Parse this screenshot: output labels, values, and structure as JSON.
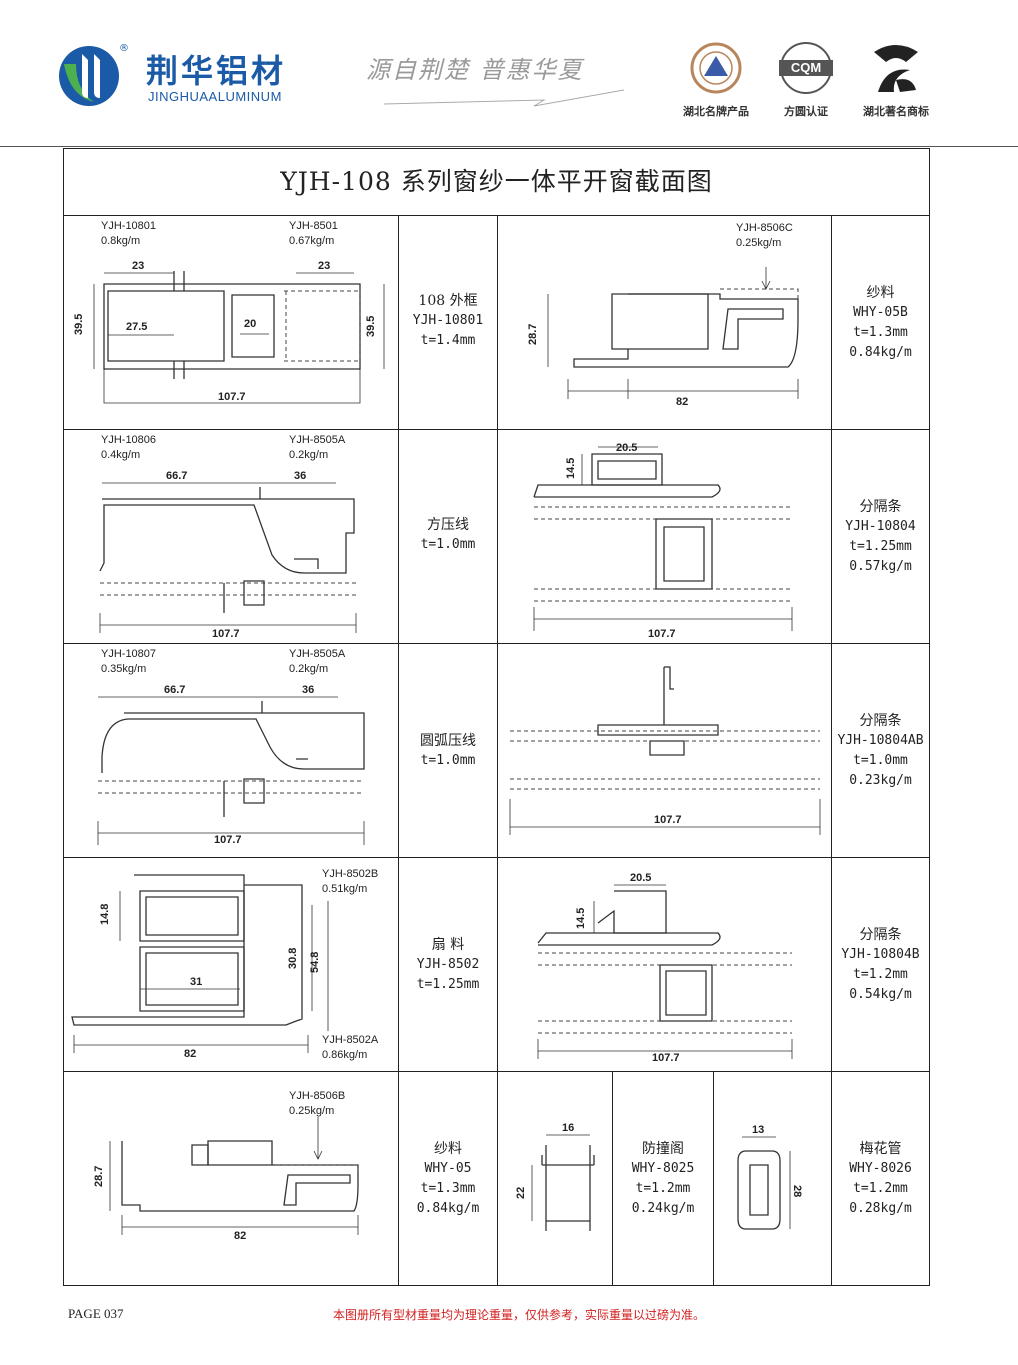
{
  "header": {
    "brand_cn": "荆华铝材",
    "brand_en": "JINGHUAALUMINUM",
    "registered": "®",
    "slogan": "源自荆楚  普惠华夏",
    "badges": [
      {
        "icon": "hubei-famous-brand-seal-icon",
        "caption": "湖北名牌产品"
      },
      {
        "icon": "cqm-certification-icon",
        "caption": "方圆认证",
        "mark": "CQM"
      },
      {
        "icon": "hubei-famous-trademark-icon",
        "caption": "湖北著名商标"
      }
    ]
  },
  "title": "YJH-108 系列窗纱一体平开窗截面图",
  "rows": [
    {
      "left_tags": [
        "YJH-10801",
        "0.8kg/m",
        "YJH-8501",
        "0.67kg/m"
      ],
      "left_dims": [
        "23",
        "23",
        "39.5",
        "39.5",
        "27.5",
        "20",
        "107.7"
      ],
      "mid": {
        "name": "108 外框",
        "code": "YJH-10801",
        "spec": "t=1.4mm"
      },
      "right_tags": [
        "YJH-8506C",
        "0.25kg/m"
      ],
      "right_dims": [
        "28.7",
        "82"
      ],
      "desc": {
        "name": "纱料",
        "code": "WHY-05B",
        "spec": "t=1.3mm",
        "weight": "0.84kg/m"
      }
    },
    {
      "left_tags": [
        "YJH-10806",
        "0.4kg/m",
        "YJH-8505A",
        "0.2kg/m"
      ],
      "left_dims": [
        "66.7",
        "36",
        "107.7"
      ],
      "mid": {
        "name": "方压线",
        "code": "",
        "spec": "t=1.0mm"
      },
      "right_dims": [
        "14.5",
        "20.5",
        "107.7"
      ],
      "desc": {
        "name": "分隔条",
        "code": "YJH-10804",
        "spec": "t=1.25mm",
        "weight": "0.57kg/m"
      }
    },
    {
      "left_tags": [
        "YJH-10807",
        "0.35kg/m",
        "YJH-8505A",
        "0.2kg/m"
      ],
      "left_dims": [
        "66.7",
        "36",
        "107.7"
      ],
      "mid": {
        "name": "圆弧压线",
        "code": "",
        "spec": "t=1.0mm"
      },
      "right_dims": [
        "107.7"
      ],
      "desc": {
        "name": "分隔条",
        "code": "YJH-10804AB",
        "spec": "t=1.0mm",
        "weight": "0.23kg/m"
      }
    },
    {
      "left_tags": [
        "YJH-8502B",
        "0.51kg/m",
        "YJH-8502A",
        "0.86kg/m"
      ],
      "left_dims": [
        "14.8",
        "31",
        "30.8",
        "54.8",
        "82"
      ],
      "mid": {
        "name": "扇 料",
        "code": "YJH-8502",
        "spec": "t=1.25mm"
      },
      "right_dims": [
        "20.5",
        "14.5",
        "107.7"
      ],
      "desc": {
        "name": "分隔条",
        "code": "YJH-10804B",
        "spec": "t=1.2mm",
        "weight": "0.54kg/m"
      }
    },
    {
      "left_tags": [
        "YJH-8506B",
        "0.25kg/m"
      ],
      "left_dims": [
        "28.7",
        "82"
      ],
      "mid": {
        "name": "纱料",
        "code": "WHY-05",
        "spec": "t=1.3mm",
        "weight": "0.84kg/m"
      },
      "small1_dims": [
        "16",
        "22"
      ],
      "small1_desc": {
        "name": "防撞阁",
        "code": "WHY-8025",
        "spec": "t=1.2mm",
        "weight": "0.24kg/m"
      },
      "small2_dims": [
        "13",
        "28"
      ],
      "desc": {
        "name": "梅花管",
        "code": "WHY-8026",
        "spec": "t=1.2mm",
        "weight": "0.28kg/m"
      }
    }
  ],
  "footer": {
    "page": "PAGE 037",
    "note": "本图册所有型材重量均为理论重量，仅供参考，实际重量以过磅为准。"
  }
}
